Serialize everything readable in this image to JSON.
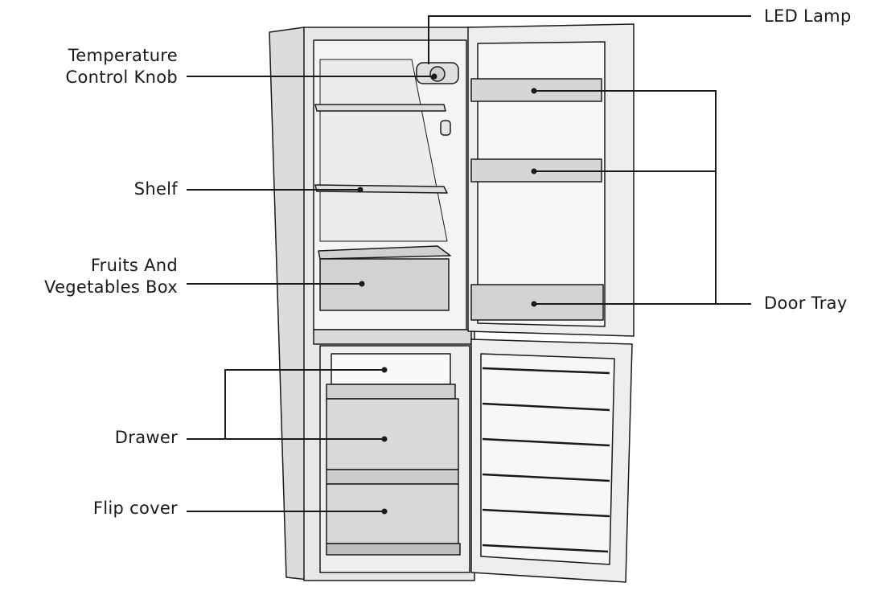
{
  "labels": {
    "led_lamp": "LED Lamp",
    "temp_knob_line1": "Temperature",
    "temp_knob_line2": "Control Knob",
    "shelf": "Shelf",
    "fruit_box_line1": "Fruits And",
    "fruit_box_line2": "Vegetables Box",
    "door_tray": "Door Tray",
    "drawer": "Drawer",
    "flip_cover": "Flip cover"
  },
  "colors": {
    "line": "#1a1a1a",
    "body_fill": "#e4e4e4",
    "interior_fill": "#f3f3f3",
    "bin_fill": "#d6d6d6",
    "white": "#ffffff"
  }
}
